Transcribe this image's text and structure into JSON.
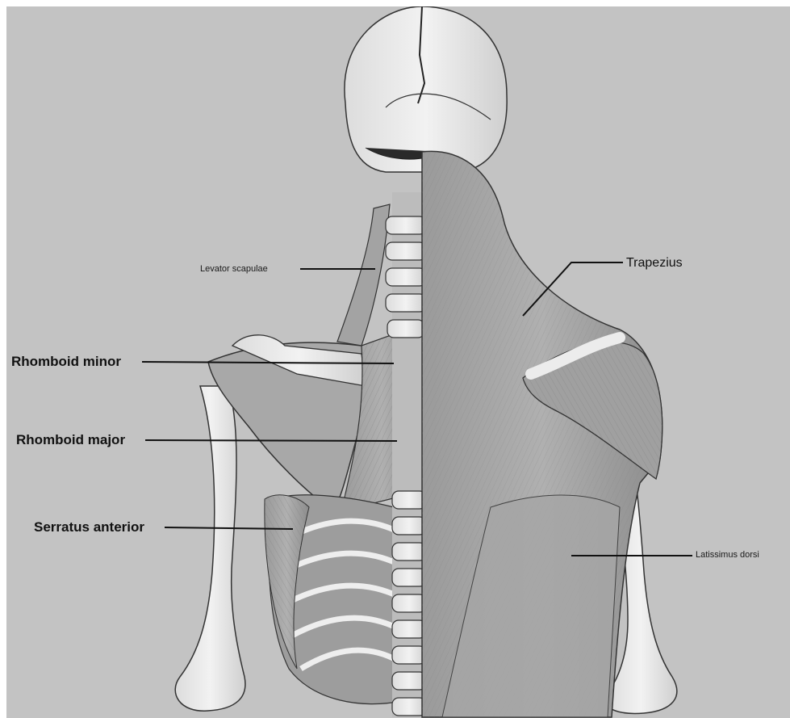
{
  "figure": {
    "labels": {
      "levator_scapulae": "Levator scapulae",
      "trapezius": "Trapezius",
      "rhomboid_minor": "Rhomboid minor",
      "rhomboid_major": "Rhomboid major",
      "serratus_anterior": "Serratus anterior",
      "latissimus_dorsi": "Latissimus dorsi"
    }
  }
}
